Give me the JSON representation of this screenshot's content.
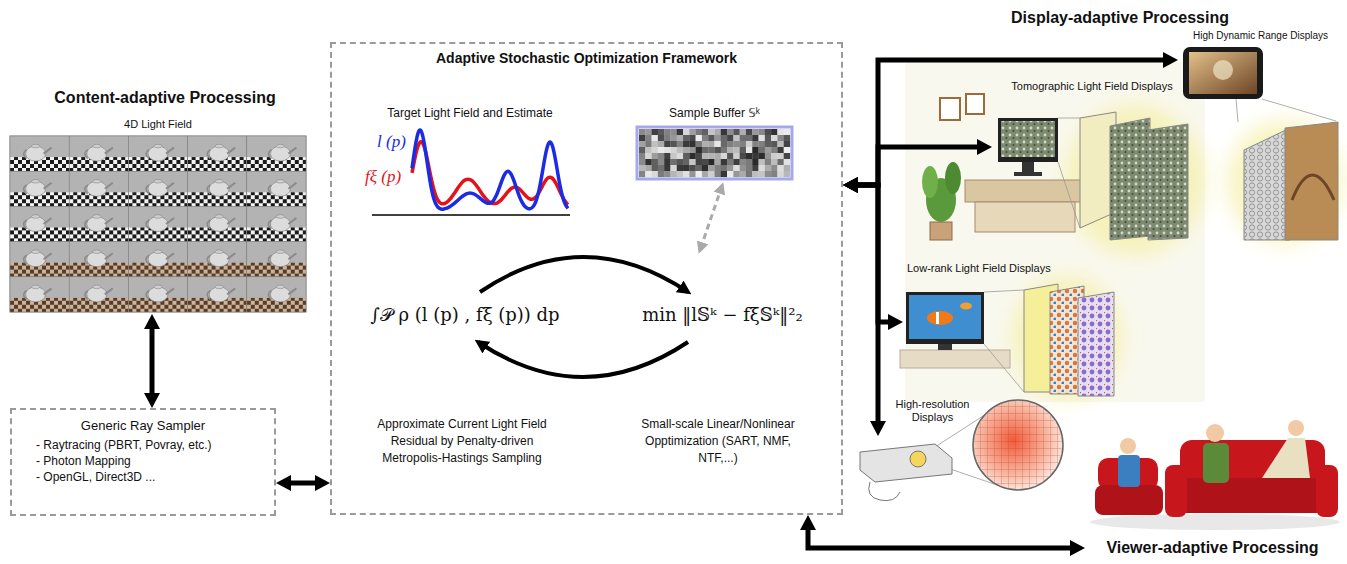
{
  "diagram": {
    "nodes": [
      {
        "text": [
          "4D Light Field"
        ]
      },
      {
        "text": [
          "Generic Ray Sampler",
          "- Raytracing (PBRT, Povray, etc.)",
          "- Photon Mapping",
          "- OpenGL, Direct3D ..."
        ]
      },
      {
        "text": [
          "Adaptive Stochastic Optimization Framework"
        ]
      },
      {
        "text": [
          "Target Light Field and Estimate",
          "l (p)",
          "fξ (p)"
        ],
        "in": 2
      },
      {
        "text": [
          "Sample Buffer 𝕊ᵏ"
        ],
        "in": 2
      },
      {
        "text": [
          "High Dynamic Range Displays"
        ]
      },
      {
        "text": [
          "Tomographic Light Field Displays"
        ]
      },
      {
        "text": [
          "Low-rank Light Field Displays"
        ]
      },
      {
        "text": [
          "High-resolution Displays"
        ]
      },
      {
        "text": [
          "Viewer-adaptive Processing"
        ]
      }
    ],
    "edges": [
      {
        "from": 0,
        "to": 1,
        "arrow": "both"
      },
      {
        "from": 1,
        "to": 2,
        "arrow": "both"
      },
      {
        "from": 2,
        "to": 5,
        "arrow": "both"
      },
      {
        "from": 2,
        "to": 6,
        "arrow": "both"
      },
      {
        "from": 2,
        "to": 7,
        "arrow": "both"
      },
      {
        "from": 2,
        "to": 8,
        "arrow": "both"
      },
      {
        "from": 2,
        "to": 9,
        "arrow": "both"
      }
    ],
    "labels": [
      "Content-adaptive Processing",
      "Display-adaptive Processing",
      "∫𝒫 ρ (l (p) , fξ (p)) dp",
      "min ‖l𝕊ᵏ − fξ𝕊ᵏ‖²₂",
      "Approximate Current Light Field Residual by Penalty-driven Metropolis-Hastings Sampling",
      "Small-scale Linear/Nonlinear Opptimization (SART, NMF, NTF,...)"
    ]
  }
}
